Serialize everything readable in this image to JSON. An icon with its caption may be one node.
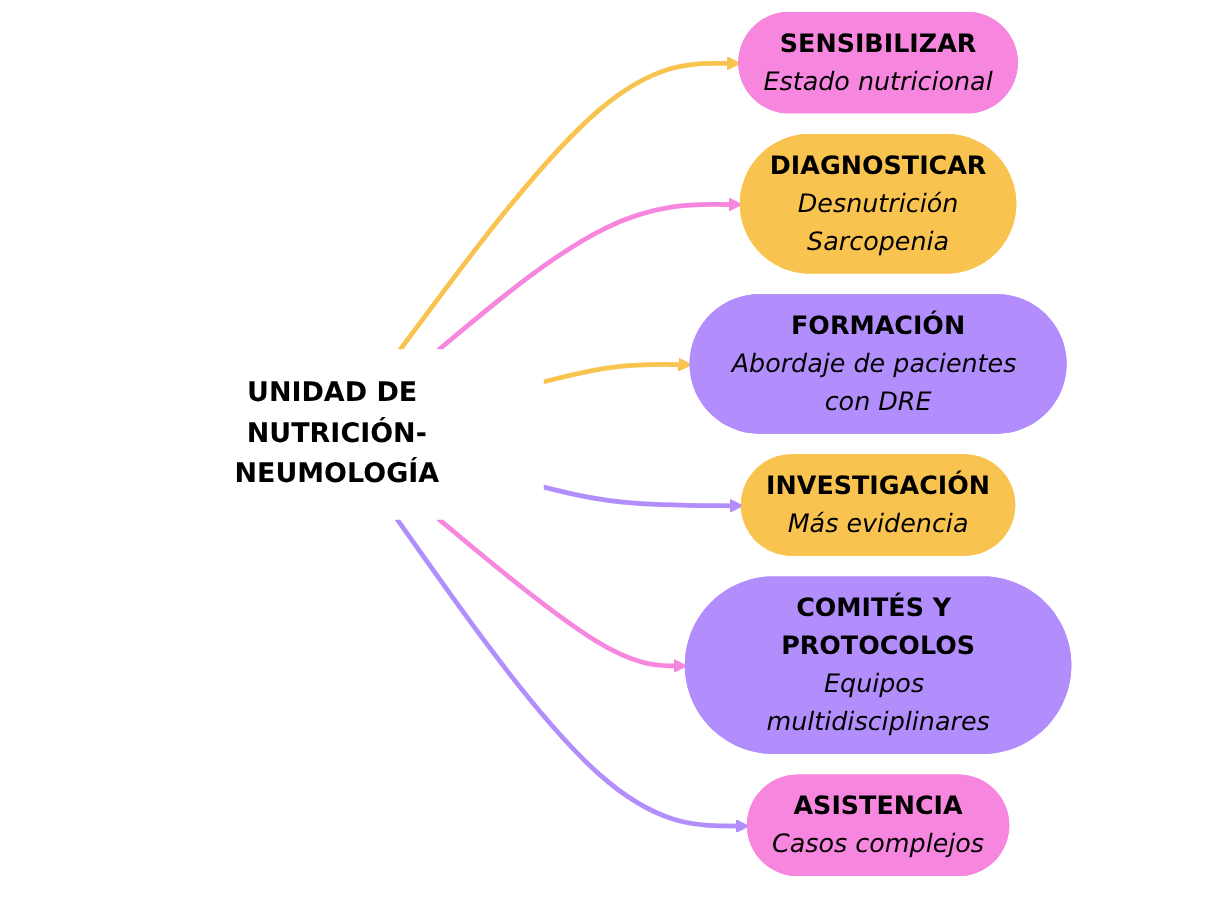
{
  "diagram": {
    "nodes": [
      {
        "text": [
          "UNIDAD DE NUTRICIÓN-NEUMOLOGÍA"
        ]
      },
      {
        "text": [
          "SENSIBILIZAR",
          "Estado nutricional"
        ]
      },
      {
        "text": [
          "DIAGNOSTICAR",
          "Desnutrición",
          "Sarcopenia"
        ]
      },
      {
        "text": [
          "FORMACIÓN",
          "Abordaje de pacientes con DRE"
        ]
      },
      {
        "text": [
          "INVESTIGACIÓN",
          "Más evidencia"
        ]
      },
      {
        "text": [
          "COMITÉS Y PROTOCOLOS",
          "Equipos multidisciplinares"
        ]
      },
      {
        "text": [
          "ASISTENCIA",
          "Casos complejos"
        ]
      }
    ],
    "edges": [
      {
        "from": 0,
        "to": 1,
        "arrow": "to",
        "color": "#f9c34f"
      },
      {
        "from": 0,
        "to": 2,
        "arrow": "to",
        "color": "#f786de"
      },
      {
        "from": 0,
        "to": 3,
        "arrow": "to",
        "color": "#f9c34f"
      },
      {
        "from": 0,
        "to": 4,
        "arrow": "to",
        "color": "#b28dfc"
      },
      {
        "from": 0,
        "to": 5,
        "arrow": "to",
        "color": "#f786de"
      },
      {
        "from": 0,
        "to": 6,
        "arrow": "to",
        "color": "#b28dfc"
      }
    ]
  }
}
